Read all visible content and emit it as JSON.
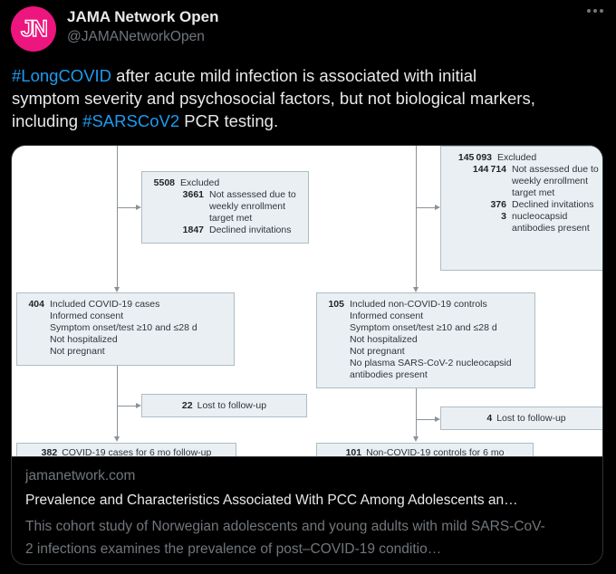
{
  "header": {
    "display_name": "JAMA Network Open",
    "handle": "@JAMANetworkOpen",
    "avatar_text": "JN"
  },
  "tweet": {
    "line1_hashtag": "#LongCOVID",
    "line1_text": " after acute mild infection is associated with initial",
    "line2_text": "symptom severity and psychosocial factors, but not biological markers,",
    "line3_text_start": "including ",
    "line3_hashtag": "#SARSCoV2",
    "line3_text_end": " PCR testing."
  },
  "colors": {
    "page_bg": "#000000",
    "text_primary": "#e7e9ea",
    "text_secondary": "#71767b",
    "link_accent": "#1d9bf0",
    "avatar_bg": "#ed157e",
    "card_border": "#2f3336",
    "flow_box_fill": "#e9eff3",
    "flow_box_border": "#aebdc4",
    "flow_arrow": "#8a9299"
  },
  "flowchart": {
    "excluded_cases": {
      "rows": [
        {
          "num": "5508",
          "text": "Excluded"
        },
        {
          "num": "3661",
          "text": "Not assessed due to weekly enrollment target met"
        },
        {
          "num": "1847",
          "text": "Declined invitations"
        }
      ]
    },
    "excluded_controls": {
      "rows": [
        {
          "num": "145 093",
          "text": "Excluded"
        },
        {
          "num": "144 714",
          "text": "Not assessed due to weekly enrollment target met"
        },
        {
          "num": "376",
          "text": "Declined invitations"
        },
        {
          "num": "3",
          "text": "nucleocapsid antibodies present"
        }
      ]
    },
    "included_cases": {
      "num": "404",
      "title": "Included COVID-19 cases",
      "criteria": [
        "Informed consent",
        "Symptom onset/test ≥10 and ≤28 d",
        "Not hospitalized",
        "Not pregnant"
      ]
    },
    "included_controls": {
      "num": "105",
      "title": "Included non-COVID-19 controls",
      "criteria": [
        "Informed consent",
        "Symptom onset/test ≥10 and ≤28 d",
        "Not hospitalized",
        "Not pregnant",
        "No plasma SARS-CoV-2 nucleocapsid antibodies present"
      ]
    },
    "lost_cases": {
      "num": "22",
      "text": "Lost to follow-up"
    },
    "lost_controls": {
      "num": "4",
      "text": "Lost to follow-up"
    },
    "followup_cases": {
      "num": "382",
      "text": "COVID-19 cases for 6 mo follow-up"
    },
    "followup_controls": {
      "num": "101",
      "text": "Non-COVID-19 controls for 6 mo"
    }
  },
  "link_card": {
    "domain": "jamanetwork.com",
    "title": "Prevalence and Characteristics Associated With PCC Among Adolescents an…",
    "description": "This cohort study of Norwegian adolescents and young adults with mild SARS-CoV-2 infections examines the prevalence of post–COVID-19 conditio…"
  }
}
